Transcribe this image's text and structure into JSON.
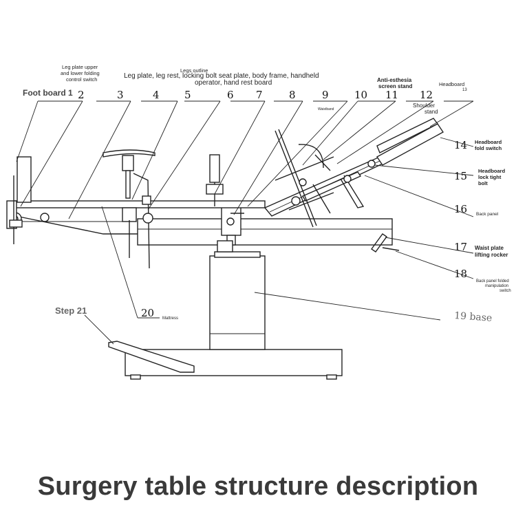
{
  "caption": "Surgery table structure description",
  "labels": {
    "foot_board": "Foot board 1",
    "n2": "2",
    "n3": "3",
    "n4": "4",
    "n5": "5",
    "n6": "6",
    "n7": "7",
    "n8": "8",
    "n9": "9",
    "n10": "10",
    "n11": "11",
    "n12": "12",
    "n14": "14",
    "n15": "15",
    "n16": "16",
    "n17": "17",
    "n18": "18",
    "n20": "20",
    "base": "19 base",
    "step": "Step 21",
    "leg_plate_switch_1": "Leg plate upper",
    "leg_plate_switch_2": "and lower folding",
    "leg_plate_switch_3": "control switch",
    "legs_outline": "Legs outline",
    "leg_group_1": "Leg plate, leg rest, locking bolt seat plate, body frame, handheld",
    "leg_group_2": "operator, hand rest board",
    "anti_esthesia_1": "Anti-esthesia",
    "anti_esthesia_2": "screen stand",
    "headboard": "Headboard",
    "headboard_13": "13",
    "shoulder_1": "Shoulder",
    "shoulder_2": "stand",
    "waistband": "Waistband",
    "headboard_fold_1": "Headboard",
    "headboard_fold_2": "fold switch",
    "headboard_lock_1": "Headboard",
    "headboard_lock_2": "lock tight",
    "headboard_lock_3": "bolt",
    "back_panel": "Back panel",
    "waist_rocker_1": "Waist plate",
    "waist_rocker_2": "lifting rocker",
    "back_switch_1": "Back panel folded",
    "back_switch_2": "manipulation",
    "back_switch_3": "switch",
    "mattress": "Mattress"
  }
}
